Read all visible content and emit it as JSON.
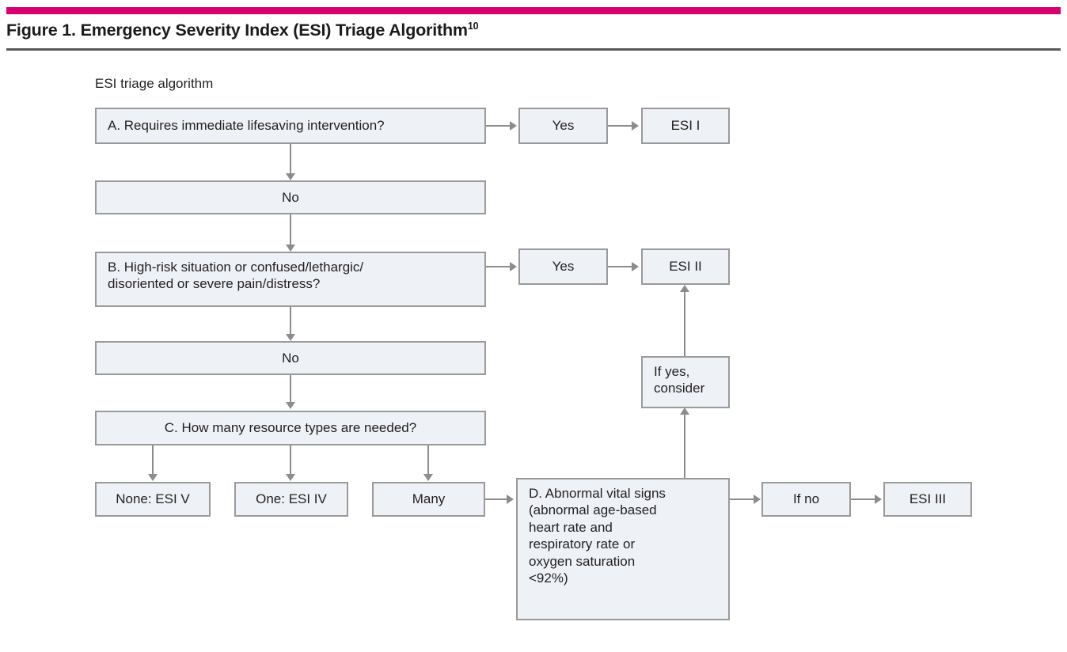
{
  "figure": {
    "title": "Figure 1. Emergency Severity Index (ESI) Triage Algorithm",
    "title_reference": "10",
    "caption": "ESI triage algorithm",
    "accent_color": "#d6006e",
    "rule_color": "#58595b",
    "node_fill": "#eef1f5",
    "node_border": "#9a9a9a",
    "connector_color": "#8c8c8c"
  },
  "chart_data": {
    "type": "flowchart",
    "title": "Figure 1. Emergency Severity Index (ESI) Triage Algorithm",
    "subtitle": "ESI triage algorithm",
    "nodes": [
      {
        "id": "A",
        "label": "A. Requires immediate lifesaving intervention?"
      },
      {
        "id": "A_yes",
        "label": "Yes"
      },
      {
        "id": "ESI_I",
        "label": "ESI I"
      },
      {
        "id": "A_no",
        "label": "No"
      },
      {
        "id": "B_line1",
        "label": "B. High-risk situation or confused/lethargic/"
      },
      {
        "id": "B_line2",
        "label": "disoriented or severe pain/distress?"
      },
      {
        "id": "B_yes",
        "label": "Yes"
      },
      {
        "id": "ESI_II",
        "label": "ESI II"
      },
      {
        "id": "B_no",
        "label": "No"
      },
      {
        "id": "C",
        "label": "C. How many resource types are needed?"
      },
      {
        "id": "C_none",
        "label": "None: ESI V"
      },
      {
        "id": "C_one",
        "label": "One: ESI IV"
      },
      {
        "id": "C_many",
        "label": "Many"
      },
      {
        "id": "D",
        "label": "D. Abnormal vital signs (abnormal age-based heart rate and respiratory rate or oxygen saturation <92%)"
      },
      {
        "id": "ifyes",
        "label": "If yes, consider"
      },
      {
        "id": "ifno",
        "label": "If no"
      },
      {
        "id": "ESI_III",
        "label": "ESI III"
      }
    ],
    "edges": [
      {
        "from": "A",
        "to": "A_yes",
        "label": ""
      },
      {
        "from": "A_yes",
        "to": "ESI_I",
        "label": ""
      },
      {
        "from": "A",
        "to": "A_no",
        "label": ""
      },
      {
        "from": "A_no",
        "to": "B",
        "label": ""
      },
      {
        "from": "B",
        "to": "B_yes",
        "label": ""
      },
      {
        "from": "B_yes",
        "to": "ESI_II",
        "label": ""
      },
      {
        "from": "B",
        "to": "B_no",
        "label": ""
      },
      {
        "from": "B_no",
        "to": "C",
        "label": ""
      },
      {
        "from": "C",
        "to": "C_none",
        "label": ""
      },
      {
        "from": "C",
        "to": "C_one",
        "label": ""
      },
      {
        "from": "C",
        "to": "C_many",
        "label": ""
      },
      {
        "from": "C_many",
        "to": "D",
        "label": ""
      },
      {
        "from": "D",
        "to": "ifyes",
        "label": ""
      },
      {
        "from": "ifyes",
        "to": "ESI_II",
        "label": ""
      },
      {
        "from": "D",
        "to": "ifno",
        "label": ""
      },
      {
        "from": "ifno",
        "to": "ESI_III",
        "label": ""
      }
    ]
  },
  "nodes": {
    "question_a": "A. Requires immediate lifesaving intervention?",
    "yes_a": "Yes",
    "esi_1": "ESI I",
    "no_a": "No",
    "question_b_line1": "B. High-risk situation or confused/lethargic/",
    "question_b_line2": "disoriented or severe pain/distress?",
    "yes_b": "Yes",
    "esi_2": "ESI II",
    "no_b": "No",
    "question_c": "C. How many resource types are needed?",
    "result_none": "None: ESI V",
    "result_one": "One: ESI IV",
    "result_many": "Many",
    "question_d_line1": "D. Abnormal vital signs",
    "question_d_line2": "(abnormal age-based",
    "question_d_line3": "heart rate and",
    "question_d_line4": "respiratory rate or",
    "question_d_line5": "oxygen saturation",
    "question_d_line6": "<92%)",
    "if_yes_line1": "If yes,",
    "if_yes_line2": "consider",
    "if_no": "If no",
    "esi_3": "ESI III"
  }
}
